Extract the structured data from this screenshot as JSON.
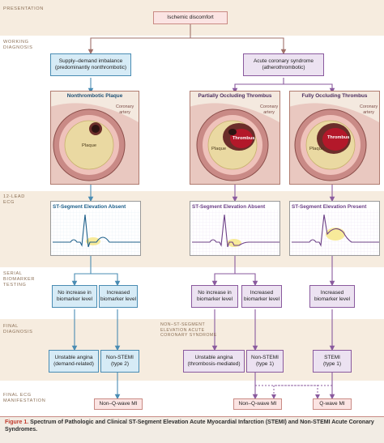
{
  "stages": {
    "presentation": "PRESENTATION",
    "working_diagnosis": [
      "WORKING",
      "DIAGNOSIS"
    ],
    "ecg": [
      "12-LEAD",
      "ECG"
    ],
    "serial_biomarker": [
      "SERIAL",
      "BIOMARKER",
      "TESTING"
    ],
    "final_diagnosis": [
      "FINAL",
      "DIAGNOSIS"
    ],
    "final_ecg": [
      "FINAL ECG",
      "MANIFESTATION"
    ]
  },
  "presentation": {
    "label": "Ischemic discomfort"
  },
  "working": {
    "left": [
      "Supply–demand imbalance",
      "(predominantly nonthrombotic)"
    ],
    "right": [
      "Acute coronary syndrome",
      "(atherothrombotic)"
    ]
  },
  "panels": [
    {
      "title": "Nonthrombotic Plaque",
      "artery": [
        "Coronary",
        "artery"
      ],
      "plaque": "Plaque",
      "thrombus": ""
    },
    {
      "title": "Partially Occluding Thrombus",
      "artery": [
        "Coronary",
        "artery"
      ],
      "plaque": "Plaque",
      "thrombus": "Thrombus"
    },
    {
      "title": "Fully Occluding Thrombus",
      "artery": [
        "Coronary",
        "artery"
      ],
      "plaque": "Plaque",
      "thrombus": "Thrombus"
    }
  ],
  "ecg": [
    {
      "title": "ST-Segment Elevation Absent"
    },
    {
      "title": "ST-Segment Elevation Absent"
    },
    {
      "title": "ST-Segment Elevation Present"
    }
  ],
  "biomarker": [
    [
      "No increase in",
      "biomarker level"
    ],
    [
      "Increased",
      "biomarker level"
    ],
    [
      "No increase in",
      "biomarker level"
    ],
    [
      "Increased",
      "biomarker level"
    ],
    [
      "Increased",
      "biomarker level"
    ]
  ],
  "nstemi_tag": [
    "NON–ST-SEGMENT",
    "ELEVATION ACUTE",
    "CORONARY SYNDROME"
  ],
  "final_dx": [
    [
      "Unstable angina",
      "(demand-related)"
    ],
    [
      "Non-STEMI",
      "(type 2)"
    ],
    [
      "Unstable angina",
      "(thrombosis-mediated)"
    ],
    [
      "Non-STEMI",
      "(type 1)"
    ],
    [
      "STEMI",
      "(type 1)"
    ]
  ],
  "final_ecg": [
    "Non–Q-wave MI",
    "Non–Q-wave MI",
    "Q-wave MI"
  ],
  "caption": {
    "figure": "Figure 1.",
    "text": " Spectrum of Pathologic and Clinical ST-Segment Elevation Acute Myocardial Infarction (STEMI) and Non-STEMI Acute Coronary Syndromes."
  },
  "colors": {
    "blue": "#4a8cb3",
    "purple": "#8a5a9e",
    "rose": "#c98a84"
  }
}
